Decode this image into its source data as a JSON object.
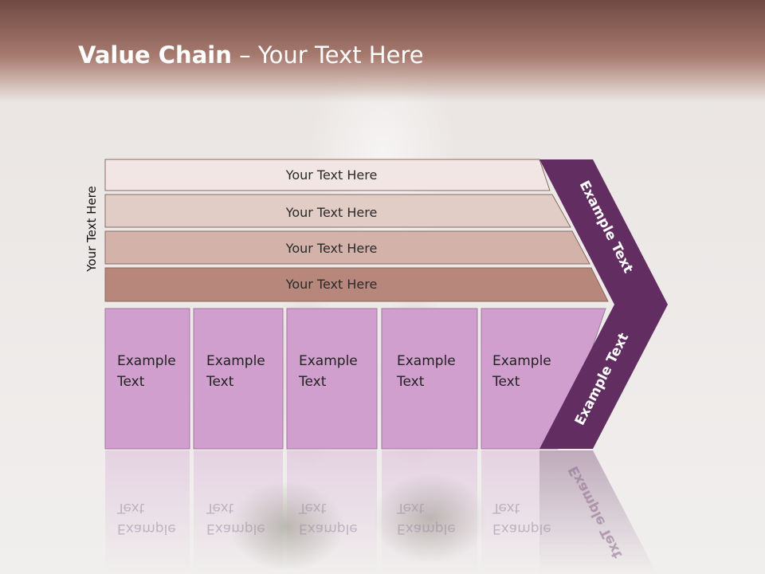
{
  "slide": {
    "title_bold": "Value Chain",
    "title_rest": " – Your Text Here",
    "side_label": "Your Text Here"
  },
  "bands": [
    {
      "label": "Your Text Here",
      "color": "#f1e6e3"
    },
    {
      "label": "Your Text Here",
      "color": "#e2ccc6"
    },
    {
      "label": "Your Text Here",
      "color": "#d2b2a9"
    },
    {
      "label": "Your Text Here",
      "color": "#b8877c"
    }
  ],
  "columns": [
    {
      "line1": "Example",
      "line2": "Text"
    },
    {
      "line1": "Example",
      "line2": "Text"
    },
    {
      "line1": "Example",
      "line2": "Text"
    },
    {
      "line1": "Example",
      "line2": "Text"
    },
    {
      "line1": "Example",
      "line2": "Text"
    }
  ],
  "chevron": {
    "upper_label": "Example Text",
    "lower_label": "Example Text",
    "color": "#622d60"
  },
  "colors": {
    "column_fill": "#d09fce",
    "column_stroke": "#a079a0",
    "band_stroke": "#8a6a62"
  }
}
